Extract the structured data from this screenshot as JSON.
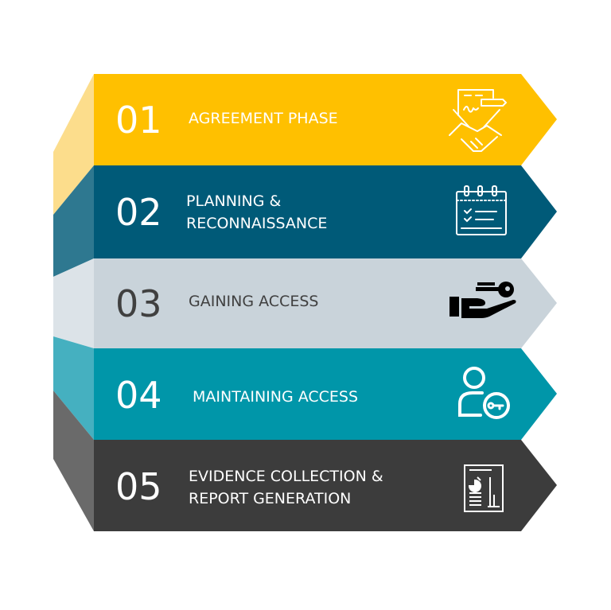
{
  "steps": [
    {
      "number": "01",
      "lines": [
        "AGREEMENT PHASE"
      ],
      "icon": "handshake-contract-icon",
      "color": "#FFC000",
      "side_color": "#FCDD8C",
      "text_color": "#FFFFFF"
    },
    {
      "number": "02",
      "lines": [
        "PLANNING &",
        "RECONNAISSANCE"
      ],
      "icon": "calendar-checklist-icon",
      "color": "#005A78",
      "side_color": "#2E7890",
      "text_color": "#FFFFFF"
    },
    {
      "number": "03",
      "lines": [
        "GAINING ACCESS"
      ],
      "icon": "hand-key-icon",
      "color": "#C9D3DA",
      "side_color": "#DCE3E8",
      "text_color": "#404040"
    },
    {
      "number": "04",
      "lines": [
        "MAINTAINING ACCESS"
      ],
      "icon": "user-key-icon",
      "color": "#0096A9",
      "side_color": "#45B0C0",
      "text_color": "#FFFFFF"
    },
    {
      "number": "05",
      "lines": [
        "EVIDENCE COLLECTION &",
        "REPORT GENERATION"
      ],
      "icon": "report-document-icon",
      "color": "#3C3C3C",
      "side_color": "#6A6A6A",
      "text_color": "#FFFFFF"
    }
  ]
}
